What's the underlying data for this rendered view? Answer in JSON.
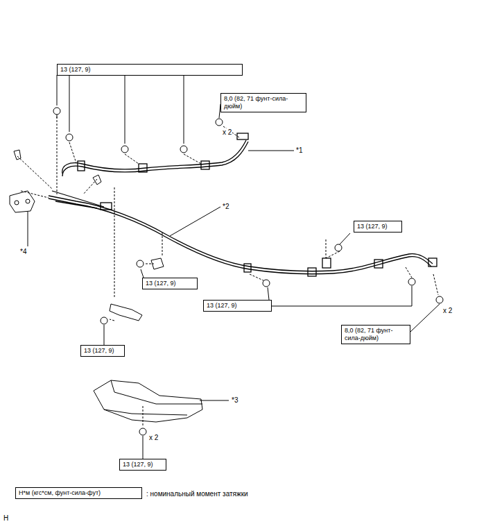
{
  "diagram": {
    "nodes": [
      {
        "text": [
          "13 (127, 9)"
        ]
      },
      {
        "text": [
          "8,0 (82, 71 фунт-сила-дюйм)"
        ]
      },
      {
        "text": [
          "13 (127, 9)"
        ]
      },
      {
        "text": [
          "13 (127, 9)"
        ]
      },
      {
        "text": [
          "13 (127, 9)"
        ]
      },
      {
        "text": [
          "8,0 (82, 71 фунт-сила-дюйм)"
        ]
      },
      {
        "text": [
          "13 (127, 9)"
        ]
      },
      {
        "text": [
          "13 (127, 9)"
        ]
      },
      {
        "text": [
          "Н*м (кгс*см, фунт-сила-фут)"
        ]
      }
    ],
    "labels": [
      "x 2",
      "*1",
      "*2",
      "*4",
      "x 2",
      "*3",
      "x 2",
      ": номинальный момент затяжки",
      "H"
    ]
  }
}
